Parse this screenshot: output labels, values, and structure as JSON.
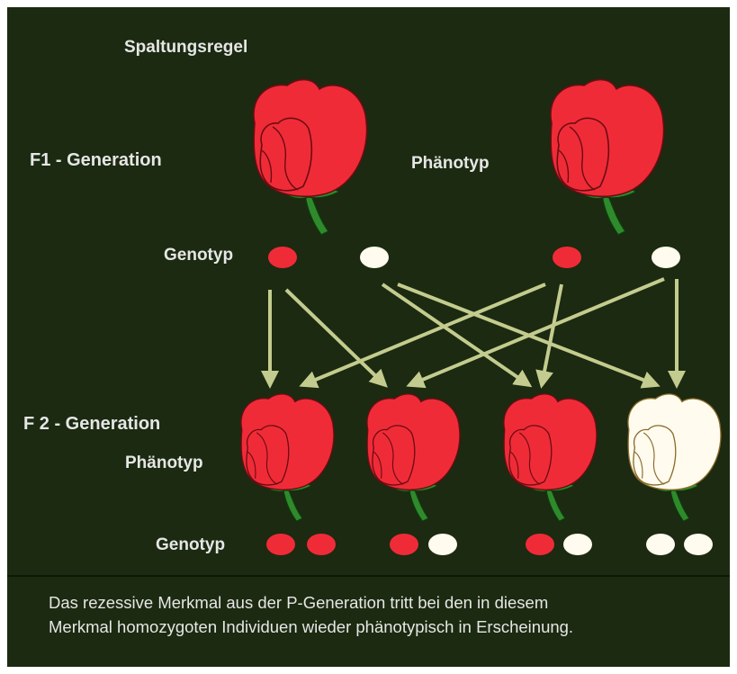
{
  "colors": {
    "background": "#1b2a10",
    "dominant": "#f02b38",
    "recessive": "#fffbee",
    "arrow": "#c3cc8e",
    "text": "#e6e6e6"
  },
  "labels": {
    "title": "Spaltungsregel",
    "f1_generation": "F1 - Generation",
    "f1_phenotype": "Phänotyp",
    "f1_genotype": "Genotyp",
    "f2_generation": "F 2  - Generation",
    "f2_phenotype": "Phänotyp",
    "f2_genotype": "Genotyp"
  },
  "f1": [
    {
      "flower": "red",
      "alleles": [
        "dominant",
        "recessive"
      ]
    },
    {
      "flower": "red",
      "alleles": [
        "dominant",
        "recessive"
      ]
    }
  ],
  "f2": [
    {
      "flower": "red",
      "alleles": [
        "dominant",
        "dominant"
      ]
    },
    {
      "flower": "red",
      "alleles": [
        "dominant",
        "recessive"
      ]
    },
    {
      "flower": "red",
      "alleles": [
        "dominant",
        "recessive"
      ]
    },
    {
      "flower": "white",
      "alleles": [
        "recessive",
        "recessive"
      ]
    }
  ],
  "caption": {
    "line1": "Das rezessive Merkmal aus der P-Generation tritt bei den in diesem",
    "line2": "Merkmal homozygoten Individuen wieder phänotypisch in Erscheinung."
  }
}
